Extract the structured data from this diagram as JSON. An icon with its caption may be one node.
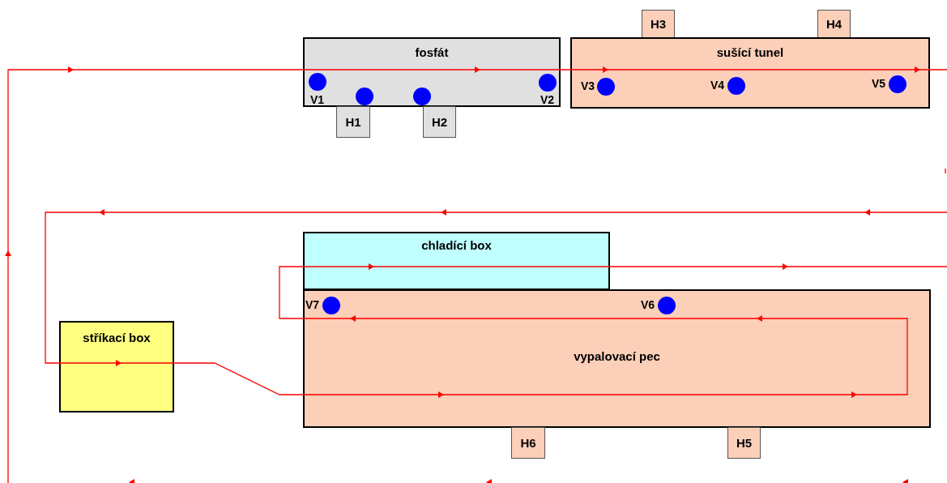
{
  "diagram": {
    "nodes": [
      {
        "text": [
          "H3"
        ]
      },
      {
        "text": [
          "H4"
        ]
      },
      {
        "text": [
          "fosfát"
        ]
      },
      {
        "text": [],
        "shape": "circle",
        "beside": [
          "V1"
        ],
        "in": 2
      },
      {
        "text": [],
        "shape": "circle",
        "in": 2
      },
      {
        "text": [],
        "shape": "circle",
        "in": 2
      },
      {
        "text": [],
        "shape": "circle",
        "beside": [
          "V2"
        ],
        "in": 2
      },
      {
        "text": [
          "sušící tunel"
        ]
      },
      {
        "text": [],
        "shape": "circle",
        "beside": [
          "V3"
        ],
        "in": 7
      },
      {
        "text": [],
        "shape": "circle",
        "beside": [
          "V4"
        ],
        "in": 7
      },
      {
        "text": [],
        "shape": "circle",
        "beside": [
          "V5"
        ],
        "in": 7
      },
      {
        "text": [
          "H1"
        ]
      },
      {
        "text": [
          "H2"
        ]
      },
      {
        "text": [
          "chladící box"
        ]
      },
      {
        "text": [
          "vypalovací pec"
        ]
      },
      {
        "text": [],
        "shape": "circle",
        "beside": [
          "V7"
        ],
        "in": 14
      },
      {
        "text": [],
        "shape": "circle",
        "beside": [
          "V6"
        ],
        "in": 14
      },
      {
        "text": [
          "stříkací box"
        ]
      },
      {
        "text": [
          "H6"
        ]
      },
      {
        "text": [
          "H5"
        ]
      }
    ]
  }
}
